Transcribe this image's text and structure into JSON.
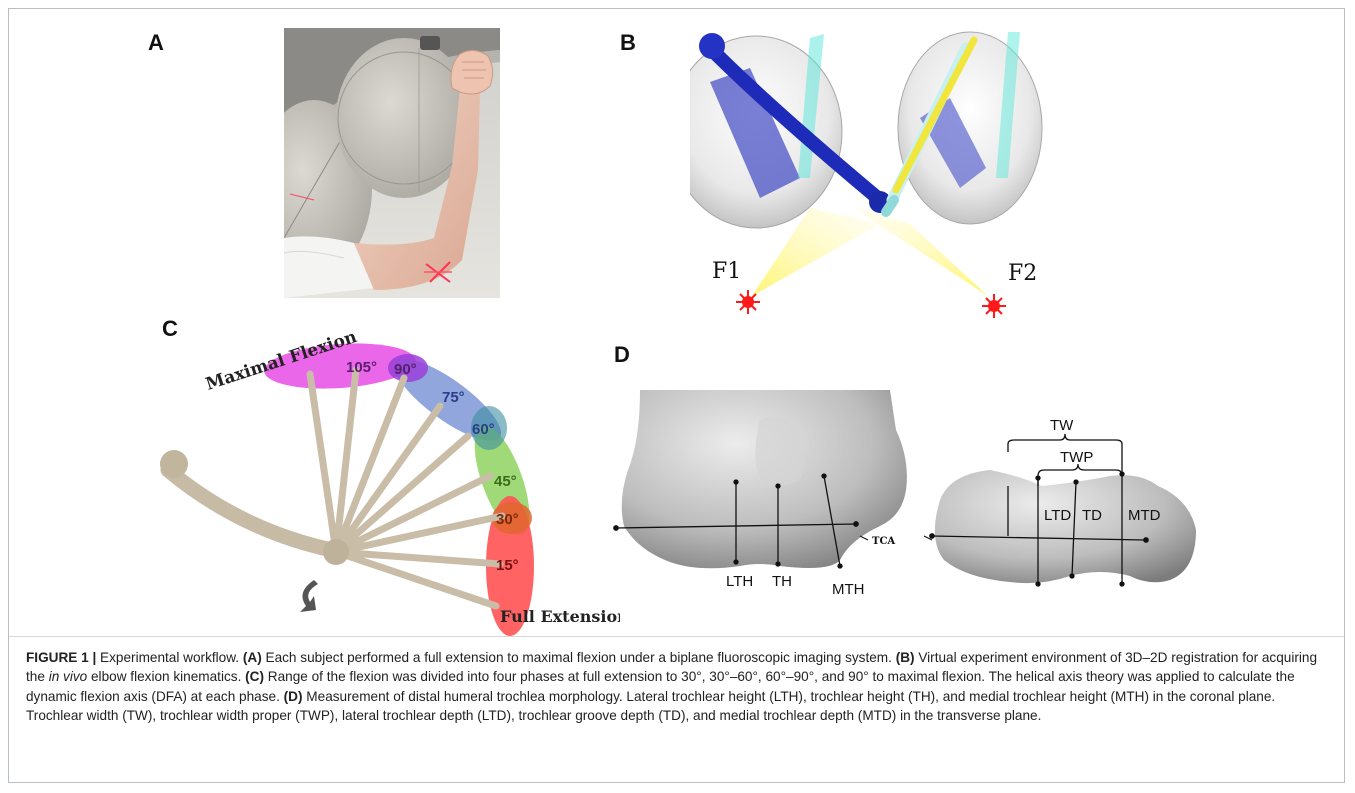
{
  "panels": {
    "a": {
      "letter": "A"
    },
    "b": {
      "letter": "B",
      "focus_1": "F1",
      "focus_2": "F2"
    },
    "c": {
      "letter": "C",
      "max_label": "Maximal Flexion",
      "ext_label": "Full Extension",
      "angles": [
        "105°",
        "90°",
        "75°",
        "60°",
        "45°",
        "30°",
        "15°"
      ]
    },
    "d": {
      "letter": "D",
      "coronal_labels": {
        "lth": "LTH",
        "th": "TH",
        "mth": "MTH",
        "tca": "TCA"
      },
      "transverse_labels": {
        "tw": "TW",
        "twp": "TWP",
        "ltd": "LTD",
        "td": "TD",
        "mtd": "MTD"
      }
    }
  },
  "caption": {
    "figure_label": "FIGURE 1 |",
    "title": " Experimental workflow. ",
    "a_tag": "(A)",
    "a_text": " Each subject performed a full extension to maximal flexion under a biplane fluoroscopic imaging system. ",
    "b_tag": "(B)",
    "b_text_1": " Virtual experiment environment of 3D–2D registration for acquiring the ",
    "b_italic": "in vivo",
    "b_text_2": " elbow flexion kinematics. ",
    "c_tag": "(C)",
    "c_text": " Range of the flexion was divided into four phases at full extension to 30°, 30°–60°, 60°–90°, and 90° to maximal flexion. The helical axis theory was applied to calculate the dynamic flexion axis (DFA) at each phase. ",
    "d_tag": "(D)",
    "d_text": " Measurement of distal humeral trochlea morphology. Lateral trochlear height (LTH), trochlear height (TH), and medial trochlear height (MTH) in the coronal plane. Trochlear width (TW), trochlear width proper (TWP), lateral trochlear depth (LTD), trochlear groove depth (TD), and medial trochlear depth (MTD) in the transverse plane."
  }
}
